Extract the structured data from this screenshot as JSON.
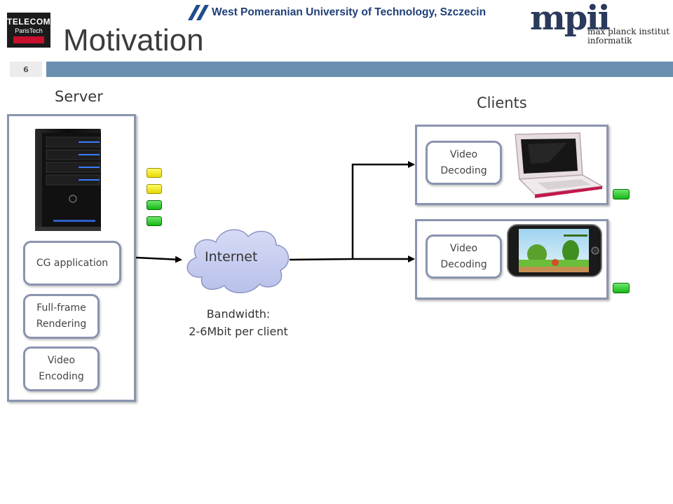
{
  "header": {
    "title": "Motivation",
    "slide_number": "6",
    "logo_left_line1": "TELECOM",
    "logo_left_line2": "ParisTech",
    "university": "West Pomeranian University of Technology, Szczecin",
    "mpi_mark": "mpii",
    "mpi_line1": "max planck institut",
    "mpi_line2": "informatik"
  },
  "diagram": {
    "server_label": "Server",
    "clients_label": "Clients",
    "server_steps": [
      "CG application",
      "Full-frame\nRendering",
      "Video\nEncoding"
    ],
    "internet_label": "Internet",
    "bandwidth_line1": "Bandwidth:",
    "bandwidth_line2": "2-6Mbit per client",
    "client_step_laptop": "Video\nDecoding",
    "client_step_phone": "Video\nDecoding",
    "colors": {
      "accent_bar": "#6b8fb0",
      "box_border": "#8a94b0",
      "cloud_fill": "#c7cdf0",
      "arrow": "#000000"
    }
  }
}
